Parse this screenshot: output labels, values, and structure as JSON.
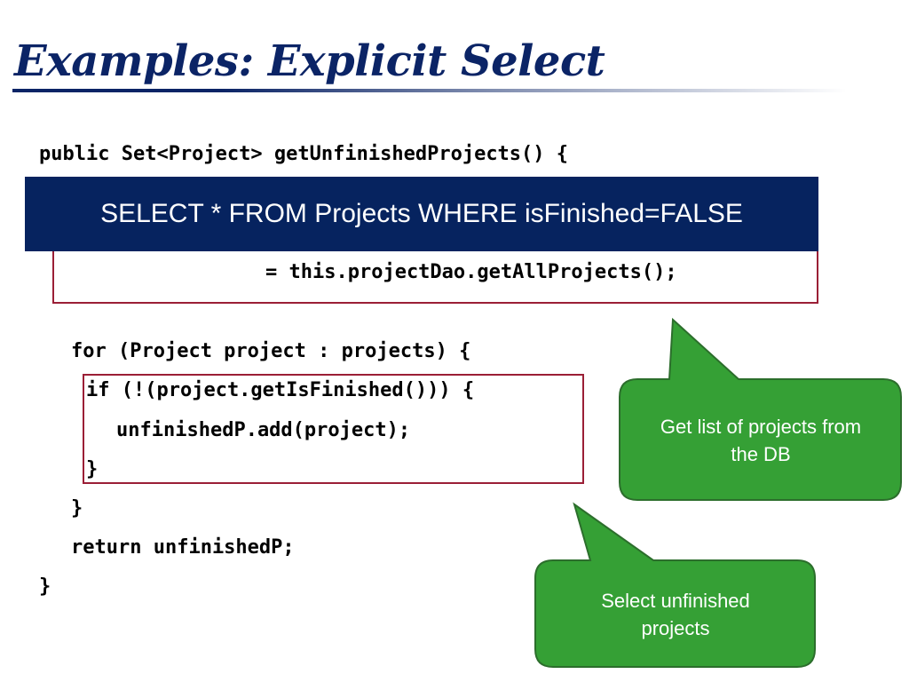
{
  "slide": {
    "title": "Examples: Explicit Select"
  },
  "code": {
    "line_signature": "public Set<Project> getUnfinishedProjects() {",
    "line_peek_char": ";",
    "line_call": "= this.projectDao.getAllProjects();",
    "line_for": "for (Project project : projects) {",
    "line_if": "if (!(project.getIsFinished())) {",
    "line_add": "unfinishedP.add(project);",
    "line_if_close": "}",
    "line_for_close": "}",
    "line_return": "return unfinishedP;",
    "line_method_close": "}"
  },
  "sql_banner": {
    "text": "SELECT * FROM Projects WHERE isFinished=FALSE"
  },
  "callouts": {
    "db": {
      "line1": "Get list of projects from",
      "line2": "the DB"
    },
    "select": {
      "line1": "Select unfinished",
      "line2": "projects"
    }
  },
  "colors": {
    "title": "#0b2466",
    "banner": "#06235f",
    "highlight_box": "#9b1f36",
    "callout_fill": "#35a035",
    "callout_stroke": "#2c6e2c"
  }
}
